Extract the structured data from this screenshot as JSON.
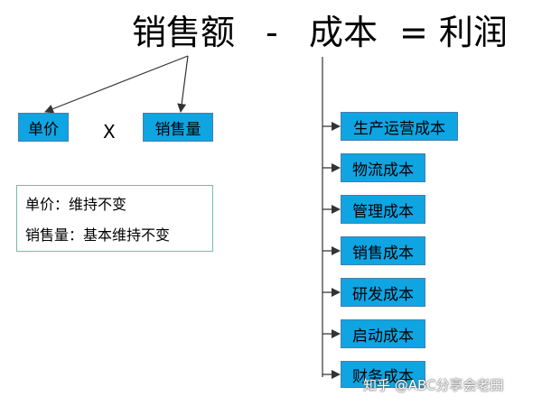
{
  "formula": {
    "term1": "销售额",
    "minus": "-",
    "term2": "成本",
    "equals_result": "= 利润"
  },
  "revenue_factors": {
    "unit_price": "单价",
    "multiply": "X",
    "sales_volume": "销售量"
  },
  "notes": {
    "line1": "单价：维持不变",
    "line2": "销售量：基本维持不变"
  },
  "costs": [
    "生产运营成本",
    "物流成本",
    "管理成本",
    "销售成本",
    "研发成本",
    "启动成本",
    "财务成本"
  ],
  "watermark": "知乎 @ABC分享会老田",
  "colors": {
    "box_fill": "#0fa5e2",
    "box_border": "#4a7ea8",
    "note_border": "#6fbfa8"
  }
}
